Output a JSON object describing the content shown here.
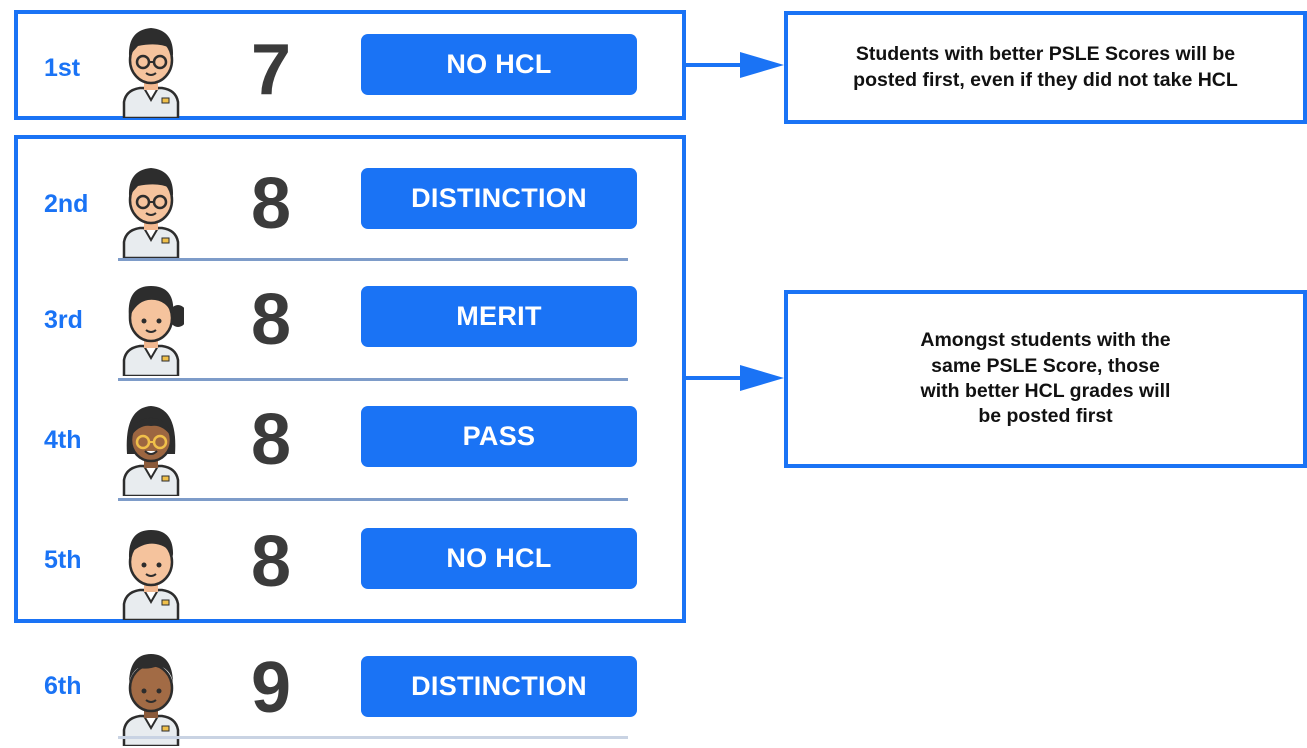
{
  "colors": {
    "accent": "#1a73f5",
    "score_text": "#3b3b3b",
    "separator": "#7e9cc9"
  },
  "students": [
    {
      "rank": "1st",
      "score": "7",
      "grade": "NO HCL",
      "avatar": "boy-glasses-icon"
    },
    {
      "rank": "2nd",
      "score": "8",
      "grade": "DISTINCTION",
      "avatar": "boy-glasses-icon"
    },
    {
      "rank": "3rd",
      "score": "8",
      "grade": "MERIT",
      "avatar": "girl-ponytail-icon"
    },
    {
      "rank": "4th",
      "score": "8",
      "grade": "PASS",
      "avatar": "girl-glasses-dark-icon"
    },
    {
      "rank": "5th",
      "score": "8",
      "grade": "NO HCL",
      "avatar": "boy-icon"
    },
    {
      "rank": "6th",
      "score": "9",
      "grade": "DISTINCTION",
      "avatar": "boy-dark-icon"
    }
  ],
  "notes": {
    "first": {
      "line1": "Students with better PSLE Scores will be",
      "line2": "posted first, even if they did not take HCL"
    },
    "second": {
      "line1": "Amongst students with the",
      "line2": "same PSLE Score, those",
      "line3": "with better HCL grades will",
      "line4": "be posted first"
    }
  }
}
